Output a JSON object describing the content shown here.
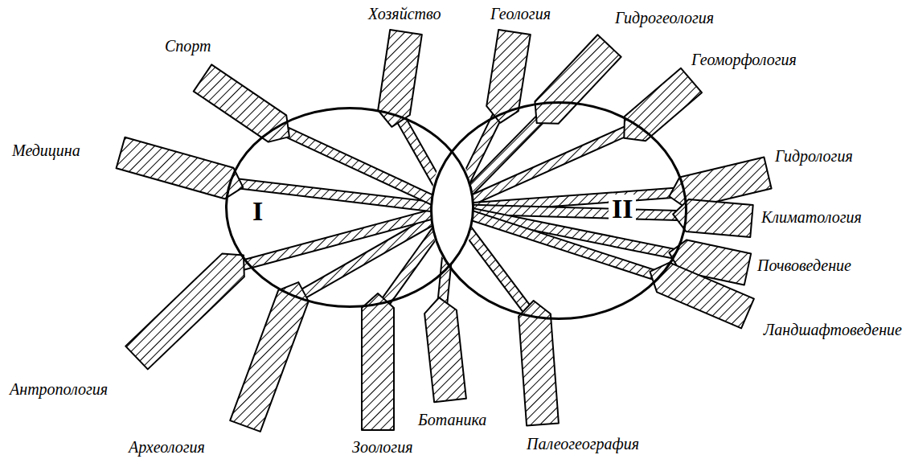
{
  "diagram": {
    "nodes": [
      {
        "text": [
          "I"
        ]
      },
      {
        "text": [
          "II"
        ]
      }
    ],
    "labels": [
      "Хозяйство",
      "Геология",
      "Гидрогеология",
      "Геоморфология",
      "Гидрология",
      "Климатология",
      "Почвоведение",
      "Ландшафтоведение",
      "Палеогеография",
      "Ботаника",
      "Зоология",
      "Археология",
      "Антропология",
      "Медицина",
      "Спорт"
    ]
  }
}
